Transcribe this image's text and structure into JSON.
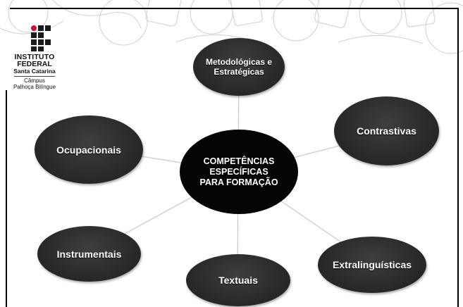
{
  "logo": {
    "line1": "INSTITUTO",
    "line2": "FEDERAL",
    "line3": "Santa Catarina",
    "line4": "Câmpus",
    "line5": "Palhoça Bilíngue"
  },
  "diagram": {
    "center": "COMPETÊNCIAS ESPECÍFICAS PARA FORMAÇÃO",
    "nodes": {
      "metodologicas": "Metodológicas e Estratégicas",
      "contrastivas": "Contrastivas",
      "ocupacionais": "Ocupacionais",
      "instrumentais": "Instrumentais",
      "textuais": "Textuais",
      "extralinguisticas": "Extralinguísticas"
    }
  },
  "colors": {
    "node_fill": "#2b2b2b",
    "center_fill": "#050505",
    "connector": "#d2d2d2",
    "text": "#ffffff"
  }
}
